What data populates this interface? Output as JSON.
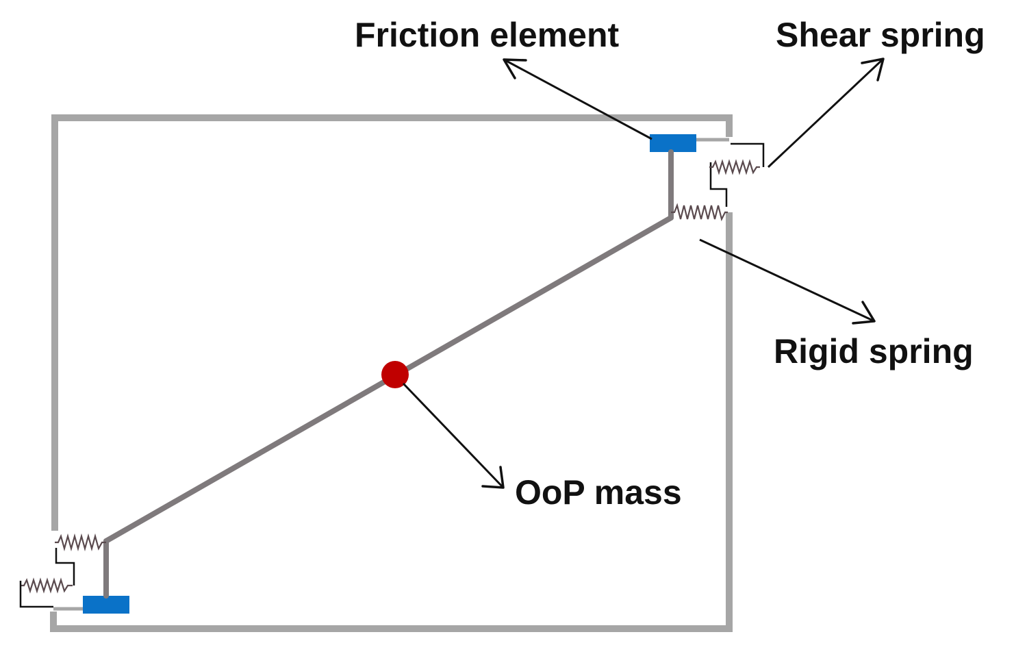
{
  "labels": {
    "friction": "Friction element",
    "shear": "Shear spring",
    "rigid": "Rigid spring",
    "mass": "OoP mass"
  },
  "colors": {
    "frame": "#a6a6a6",
    "strut": "#7f7a7c",
    "friction_element": "#0a72c8",
    "mass": "#c00000",
    "spring": "#5a4a4e",
    "arrow": "#111111"
  }
}
